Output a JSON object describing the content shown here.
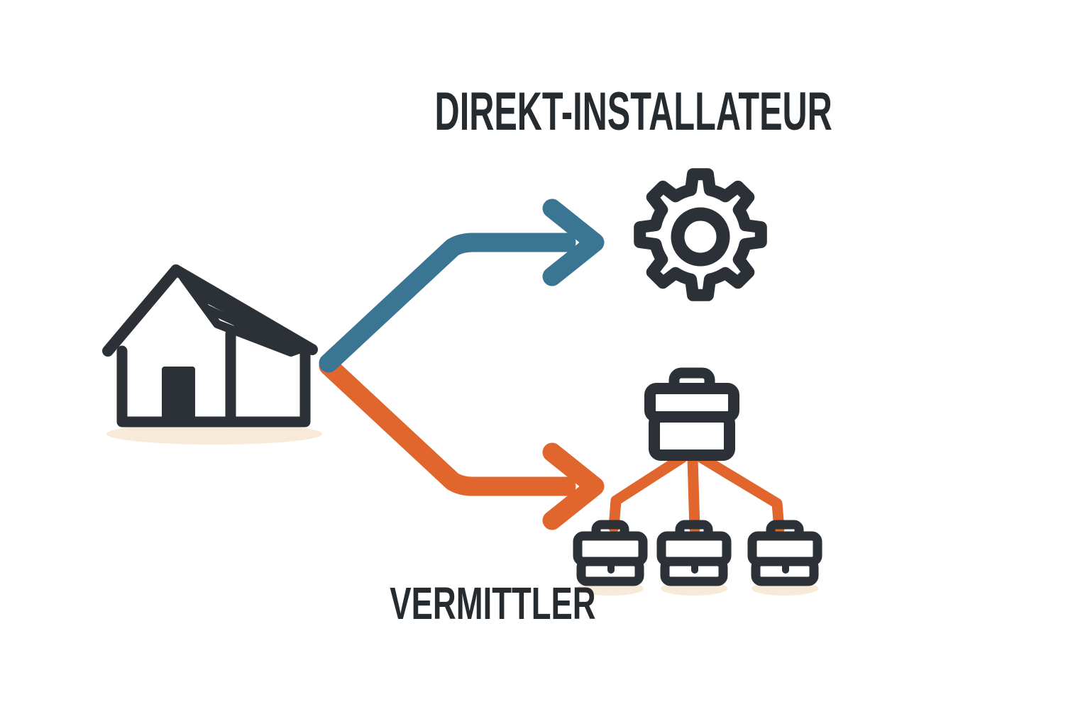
{
  "diagram": {
    "labels": {
      "direct_installer": "DIREKT-INSTALLATEUR",
      "intermediary": "VERMITTLER"
    },
    "nodes": {
      "source": {
        "icon": "solar-house-icon",
        "description": "Haus mit Solardach"
      },
      "direct_installer": {
        "icon": "gear-icon",
        "arrow_color_name": "blue"
      },
      "intermediary": {
        "icon": "briefcase-icon",
        "arrow_color_name": "orange",
        "sub_partner_count": 3,
        "sub_icon": "briefcase-icon"
      }
    },
    "colors": {
      "dark": "#2b3137",
      "blue": "#3a7693",
      "orange": "#e0662e",
      "shadow": "#f8ead8",
      "text": "#262b30",
      "background": "#ffffff"
    }
  }
}
